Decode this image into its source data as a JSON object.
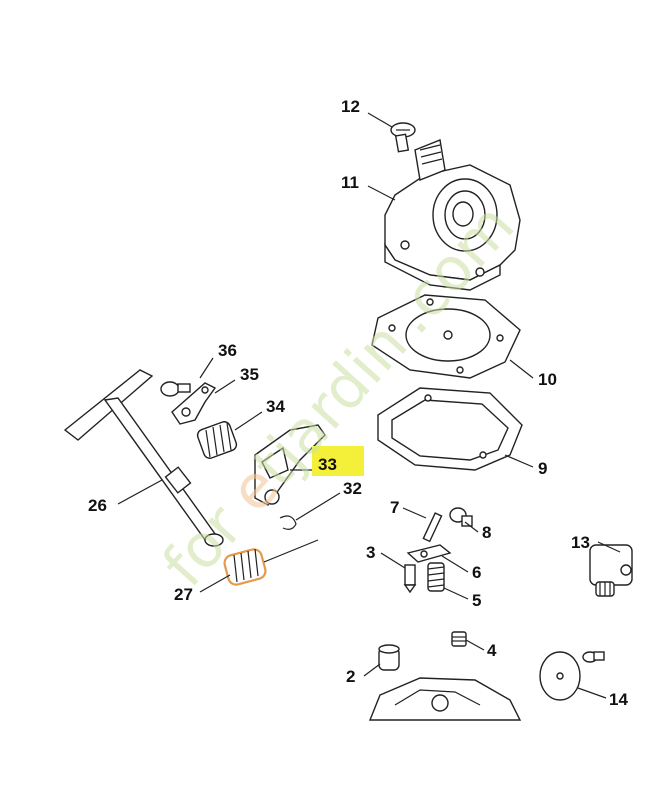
{
  "diagram": {
    "callouts": [
      {
        "id": "12",
        "label": "12"
      },
      {
        "id": "11",
        "label": "11"
      },
      {
        "id": "10",
        "label": "10"
      },
      {
        "id": "9",
        "label": "9"
      },
      {
        "id": "36",
        "label": "36"
      },
      {
        "id": "35",
        "label": "35"
      },
      {
        "id": "34",
        "label": "34"
      },
      {
        "id": "33",
        "label": "33"
      },
      {
        "id": "32",
        "label": "32"
      },
      {
        "id": "26",
        "label": "26"
      },
      {
        "id": "27",
        "label": "27"
      },
      {
        "id": "7",
        "label": "7"
      },
      {
        "id": "8",
        "label": "8"
      },
      {
        "id": "3",
        "label": "3"
      },
      {
        "id": "6",
        "label": "6"
      },
      {
        "id": "5",
        "label": "5"
      },
      {
        "id": "13",
        "label": "13"
      },
      {
        "id": "4",
        "label": "4"
      },
      {
        "id": "2",
        "label": "2"
      },
      {
        "id": "14",
        "label": "14"
      }
    ],
    "highlighted_callout": "33",
    "highlight_color": "#f4f03a"
  },
  "watermark": {
    "text_green": "for",
    "text_orange": "e",
    "text_green2": "tjardin",
    "text_dot": ".",
    "text_end": "com",
    "green_color": "#c8dfa0",
    "orange_color": "#f2c79a"
  }
}
